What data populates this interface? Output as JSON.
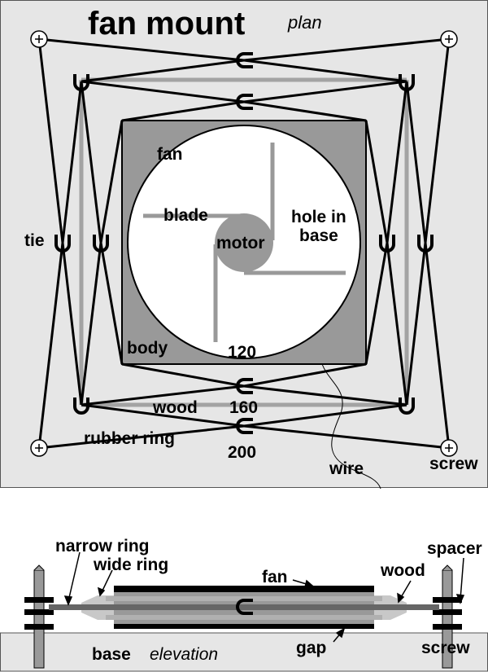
{
  "title": "fan mount",
  "plan": {
    "view_label": "plan",
    "labels": {
      "fan": "fan",
      "blade": "blade",
      "motor": "motor",
      "hole_in_base_line1": "hole in",
      "hole_in_base_line2": "base",
      "tie": "tie",
      "body": "body",
      "size_120": "120",
      "wood": "wood",
      "size_160": "160",
      "rubber_ring": "rubber ring",
      "size_200": "200",
      "wire": "wire",
      "screw": "screw"
    }
  },
  "elevation": {
    "view_label": "elevation",
    "labels": {
      "narrow_ring": "narrow ring",
      "wide_ring": "wide ring",
      "fan": "fan",
      "wood": "wood",
      "spacer": "spacer",
      "base": "base",
      "gap": "gap",
      "screw": "screw"
    }
  },
  "colors": {
    "panel_bg": "#e6e6e6",
    "body": "#999999",
    "wood": "#a3a3a3",
    "motor": "#999999",
    "blade": "#999999",
    "line": "#000000"
  }
}
